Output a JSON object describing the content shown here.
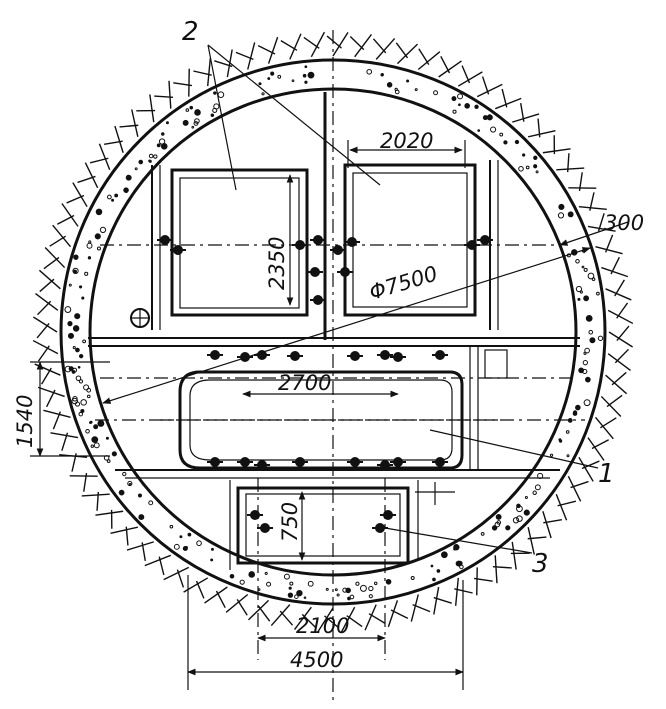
{
  "drawing": {
    "callouts": {
      "c1": "1",
      "c2": "2",
      "c3": "3"
    },
    "dimensions": {
      "d300": "300",
      "d2020": "2020",
      "d2350": "2350",
      "d7500": "Φ7500",
      "d1540": "1540",
      "d2700": "2700",
      "d750": "750",
      "d2100": "2100",
      "d4500": "4500"
    },
    "colors": {
      "ink": "#111111",
      "paper": "#ffffff"
    }
  }
}
